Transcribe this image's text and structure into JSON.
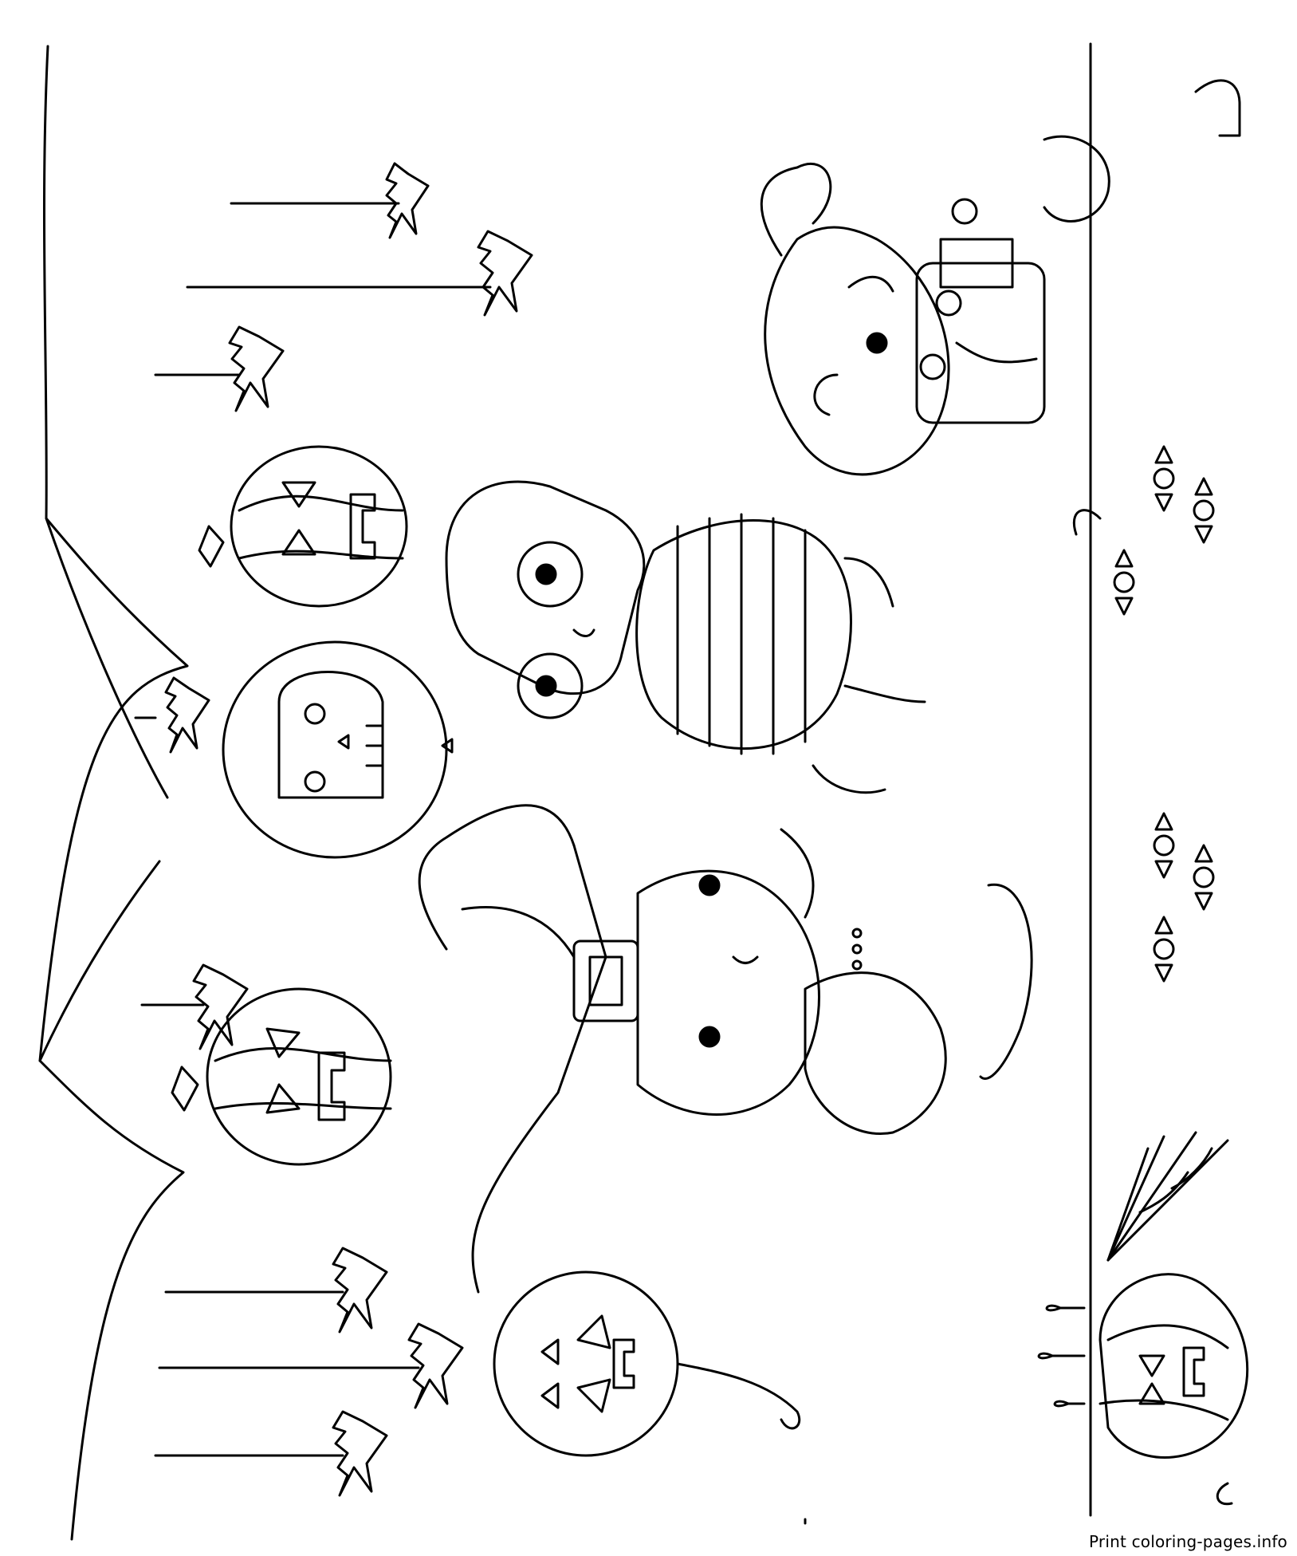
{
  "watermark": "Print coloring-pages.info",
  "palette": {
    "line": "#000000",
    "paper": "#ffffff"
  },
  "scene_elements": [
    "bat-garland",
    "pumpkin-balloon-top",
    "skull-balloon",
    "pumpkin-balloon-middle",
    "jack-o-lantern-balloon",
    "pirate-child",
    "mummy-child",
    "witch-child",
    "candies",
    "carved-pumpkin-with-candles",
    "spider-web",
    "pirate-hook"
  ]
}
